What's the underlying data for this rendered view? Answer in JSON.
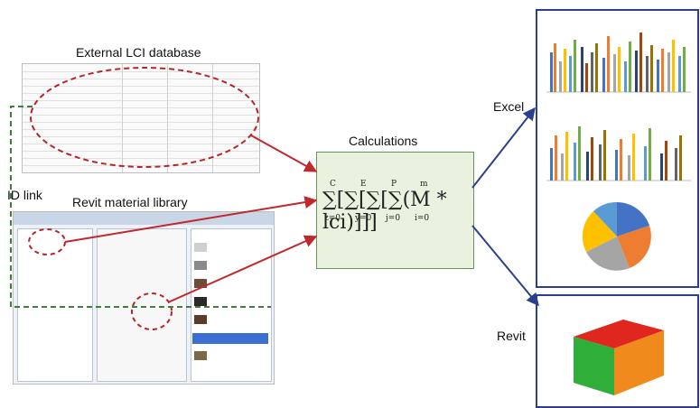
{
  "labels": {
    "external_lci": "External LCI database",
    "revit_material": "Revit material library",
    "id_link": "ID link",
    "calculations": "Calculations",
    "excel": "Excel",
    "revit": "Revit"
  },
  "formula": {
    "text": "∑ ∑ ∑ ∑ (M * lci)",
    "limits": [
      "C",
      "E",
      "P",
      "m"
    ],
    "indices": [
      "z=0",
      "y=0",
      "j=0",
      "i=0"
    ]
  },
  "colors": {
    "arrow_red": "#c0282d",
    "arrow_blue": "#2b3f8f",
    "dashed_red": "#b3262c",
    "dashed_green": "#3e7f3a",
    "calc_fill": "#e8f2df",
    "box_front": "#2fae3a",
    "box_top": "#e0271f",
    "box_side": "#f08a1c"
  }
}
